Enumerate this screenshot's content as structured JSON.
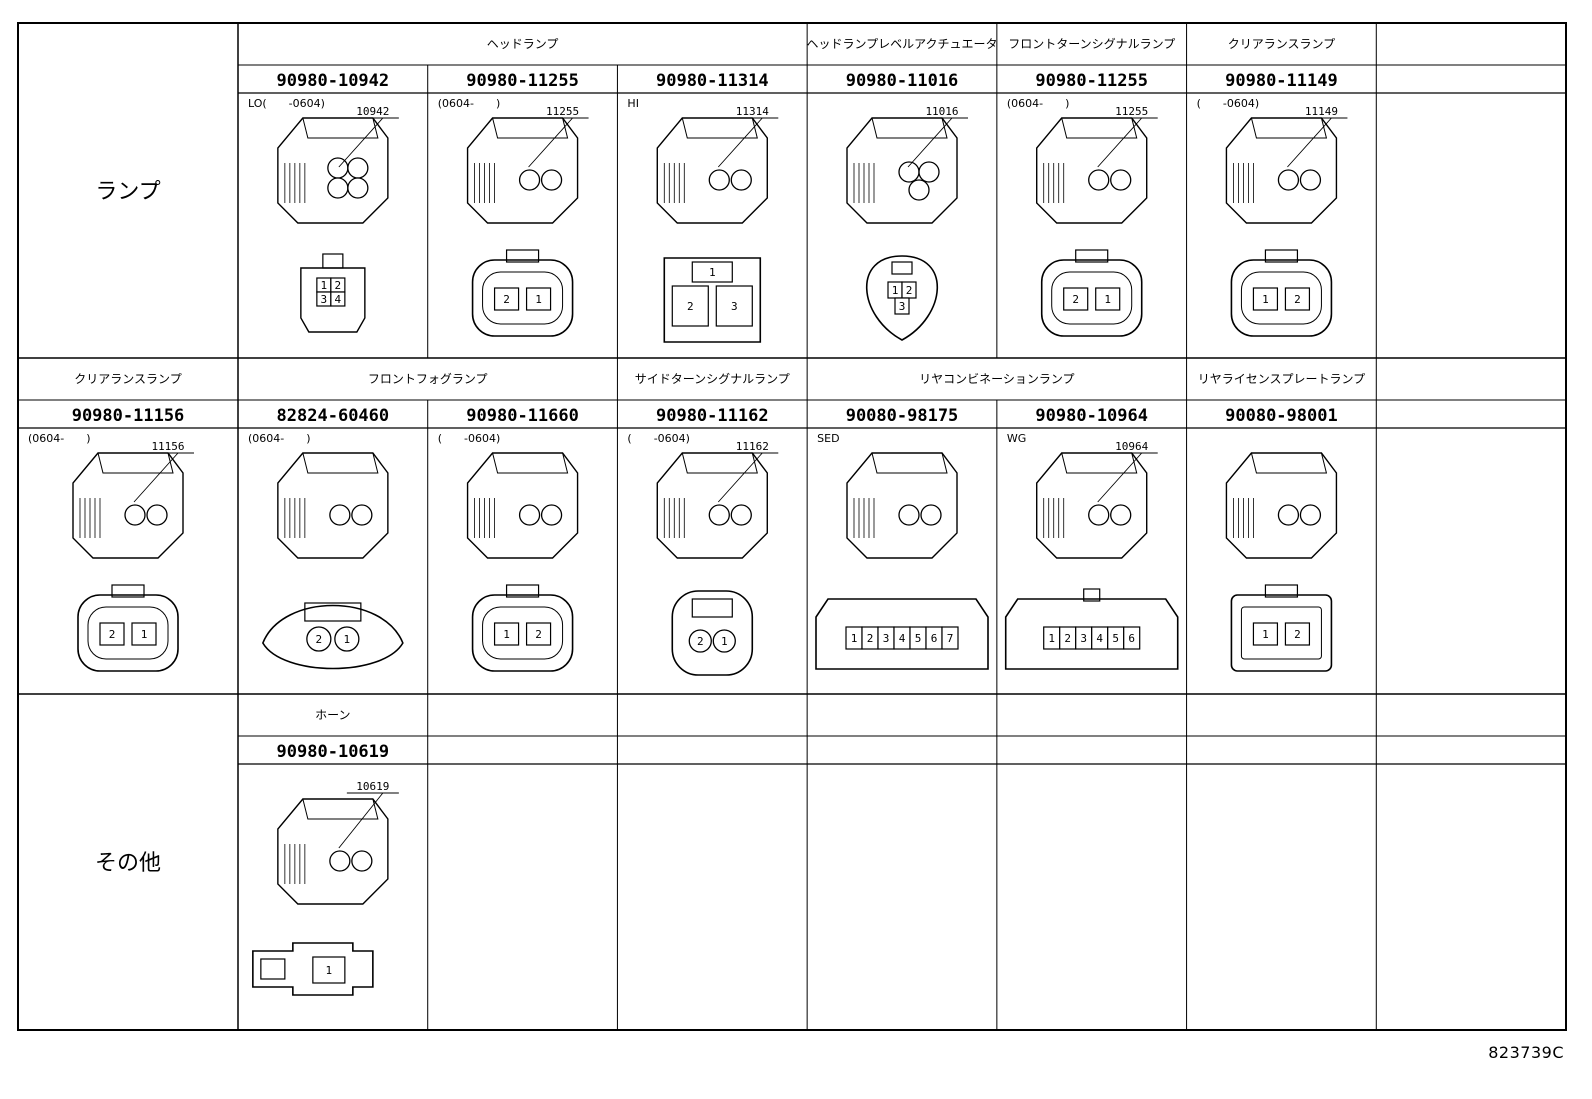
{
  "diagram_code": "823739C",
  "sections": [
    {
      "label": "ランプ"
    },
    {
      "label": ""
    },
    {
      "label": "その他"
    }
  ],
  "rows": [
    {
      "groups": [
        {
          "title": "ヘッドランプ",
          "span": 3
        },
        {
          "title": "ヘッドランプレベルアクチュエータ",
          "span": 1
        },
        {
          "title": "フロントターンシグナルランプ",
          "span": 1
        },
        {
          "title": "クリアランスランプ",
          "span": 1
        }
      ],
      "cells": [
        {
          "part": "90980-10942",
          "note": "LO(　　-0604)",
          "callout": "10942",
          "kind": "round4",
          "pins": [
            "1",
            "2",
            "3",
            "4"
          ]
        },
        {
          "part": "90980-11255",
          "note": "(0604-　　)",
          "callout": "11255",
          "kind": "twin",
          "pins": [
            "2",
            "1"
          ]
        },
        {
          "part": "90980-11314",
          "note": "HI",
          "callout": "11314",
          "kind": "block3",
          "pins": [
            "1",
            "2",
            "3"
          ]
        },
        {
          "part": "90980-11016",
          "note": "",
          "callout": "11016",
          "kind": "tri3",
          "pins": [
            "1",
            "2",
            "3"
          ]
        },
        {
          "part": "90980-11255",
          "note": "(0604-　　)",
          "callout": "11255",
          "kind": "twin",
          "pins": [
            "2",
            "1"
          ]
        },
        {
          "part": "90980-11149",
          "note": "(　　-0604)",
          "callout": "11149",
          "kind": "oval2",
          "pins": [
            "1",
            "2"
          ]
        }
      ]
    },
    {
      "groups": [
        {
          "title": "クリアランスランプ",
          "span": 1
        },
        {
          "title": "フロントフォグランプ",
          "span": 2
        },
        {
          "title": "サイドターンシグナルランプ",
          "span": 1
        },
        {
          "title": "リヤコンビネーションランプ",
          "span": 2
        },
        {
          "title": "リヤライセンスプレートランプ",
          "span": 1
        }
      ],
      "cells": [
        {
          "part": "90980-11156",
          "note": "(0604-　　)",
          "callout": "11156",
          "kind": "oval2",
          "pins": [
            "2",
            "1"
          ]
        },
        {
          "part": "82824-60460",
          "note": "(0604-　　)",
          "callout": "",
          "kind": "blob2",
          "pins": [
            "2",
            "1"
          ]
        },
        {
          "part": "90980-11660",
          "note": "(　　-0604)",
          "callout": "",
          "kind": "twin",
          "pins": [
            "1",
            "2"
          ]
        },
        {
          "part": "90980-11162",
          "note": "(　　-0604)",
          "callout": "11162",
          "kind": "round2",
          "pins": [
            "2",
            "1"
          ]
        },
        {
          "part": "90080-98175",
          "note": "SED",
          "callout": "",
          "kind": "row7",
          "pins": [
            "1",
            "2",
            "3",
            "4",
            "5",
            "6",
            "7"
          ]
        },
        {
          "part": "90980-10964",
          "note": "WG",
          "callout": "10964",
          "kind": "row6",
          "pins": [
            "1",
            "2",
            "3",
            "4",
            "5",
            "6"
          ]
        },
        {
          "part": "90080-98001",
          "note": "",
          "callout": "",
          "kind": "sq2",
          "pins": [
            "1",
            "2"
          ]
        }
      ]
    },
    {
      "groups": [
        {
          "title": "ホーン",
          "span": 1
        },
        {
          "title": "",
          "span": 1
        },
        {
          "title": "",
          "span": 1
        },
        {
          "title": "",
          "span": 1
        },
        {
          "title": "",
          "span": 1
        },
        {
          "title": "",
          "span": 1
        }
      ],
      "cells": [
        {
          "part": "90980-10619",
          "note": "",
          "callout": "10619",
          "kind": "horn",
          "pins": [
            "1"
          ]
        },
        {
          "part": "",
          "note": "",
          "callout": "",
          "kind": "",
          "pins": []
        },
        {
          "part": "",
          "note": "",
          "callout": "",
          "kind": "",
          "pins": []
        },
        {
          "part": "",
          "note": "",
          "callout": "",
          "kind": "",
          "pins": []
        },
        {
          "part": "",
          "note": "",
          "callout": "",
          "kind": "",
          "pins": []
        },
        {
          "part": "",
          "note": "",
          "callout": "",
          "kind": "",
          "pins": []
        }
      ]
    }
  ]
}
